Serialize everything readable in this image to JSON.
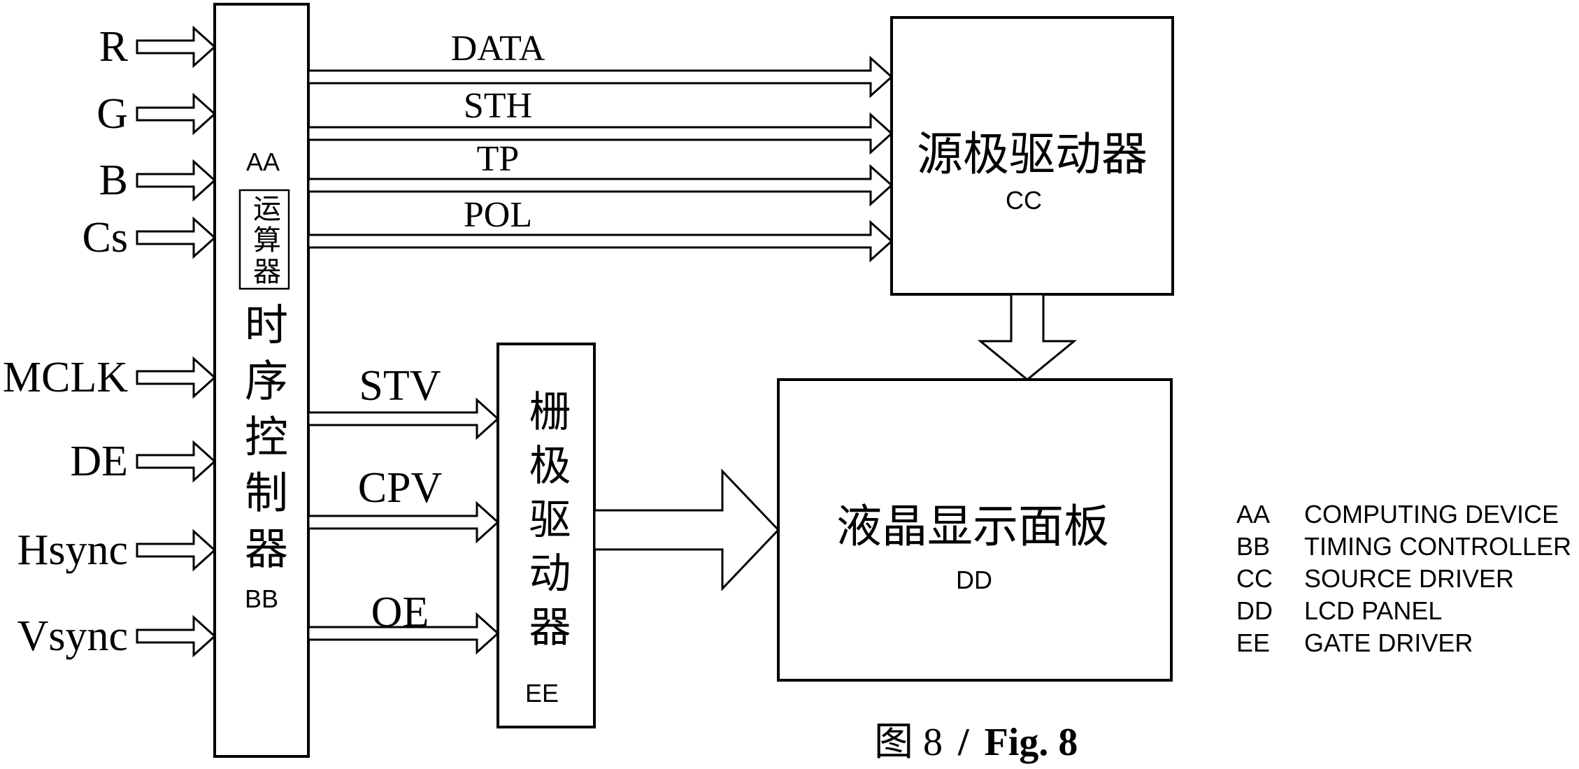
{
  "colors": {
    "line": "#000000",
    "background": "#ffffff"
  },
  "blocks": {
    "timing_controller": {
      "name_zh": "时序控制器",
      "ref": "BB"
    },
    "computing_device": {
      "name_zh": "运算器",
      "ref": "AA"
    },
    "source_driver": {
      "name_zh": "源极驱动器",
      "ref": "CC"
    },
    "gate_driver": {
      "name_zh": "栅极驱动器",
      "ref": "EE"
    },
    "lcd_panel": {
      "name_zh": "液晶显示面板",
      "ref": "DD"
    }
  },
  "input_signals": [
    "R",
    "G",
    "B",
    "Cs",
    "MCLK",
    "DE",
    "Hsync",
    "Vsync"
  ],
  "source_signals": [
    "DATA",
    "STH",
    "TP",
    "POL"
  ],
  "gate_signals": [
    "STV",
    "CPV",
    "OE"
  ],
  "legend": [
    {
      "ref": "AA",
      "desc": "COMPUTING DEVICE"
    },
    {
      "ref": "BB",
      "desc": "TIMING CONTROLLER"
    },
    {
      "ref": "CC",
      "desc": "SOURCE DRIVER"
    },
    {
      "ref": "DD",
      "desc": "LCD PANEL"
    },
    {
      "ref": "EE",
      "desc": "GATE DRIVER"
    }
  ],
  "caption": {
    "zh": "图 8",
    "sep": "/",
    "en": "Fig. 8"
  }
}
